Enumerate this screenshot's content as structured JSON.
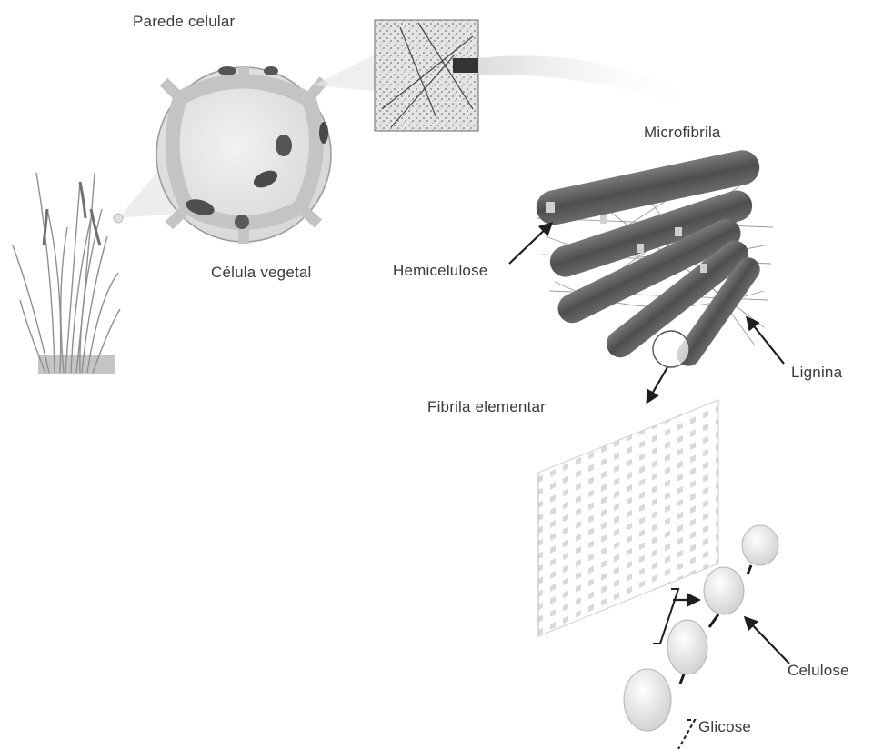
{
  "labels": {
    "cell_wall": "Parede celular",
    "plant_cell": "Célula vegetal",
    "microfibril": "Microfibrila",
    "hemicellulose": "Hemicelulose",
    "lignin": "Lignina",
    "elementary_fibril": "Fibrila elementar",
    "cellulose": "Celulose",
    "glucose": "Glicose"
  }
}
